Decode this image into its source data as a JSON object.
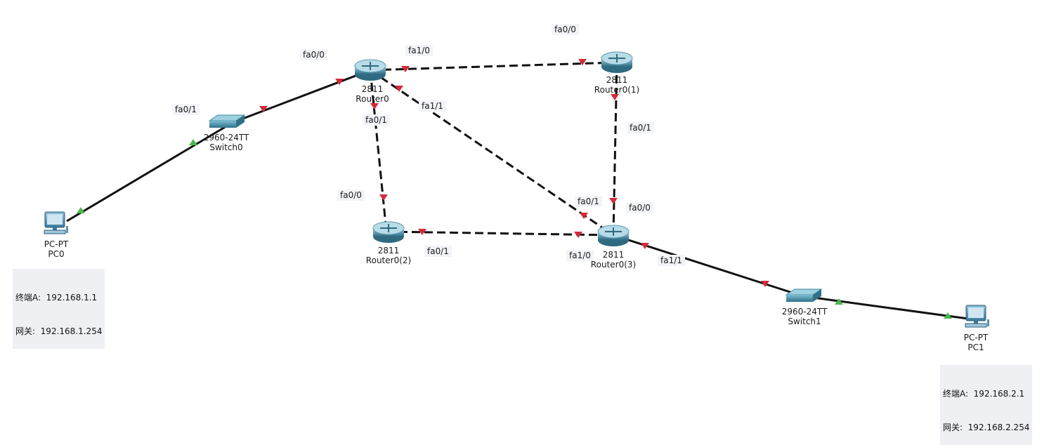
{
  "devices": {
    "router0": {
      "model": "2811",
      "name": "Router0"
    },
    "router1": {
      "model": "2811",
      "name": "Router0(1)"
    },
    "router2": {
      "model": "2811",
      "name": "Router0(2)"
    },
    "router3": {
      "model": "2811",
      "name": "Router0(3)"
    },
    "switch0": {
      "model": "2960-24TT",
      "name": "Switch0"
    },
    "switch1": {
      "model": "2960-24TT",
      "name": "Switch1"
    },
    "pc0": {
      "model": "PC-PT",
      "name": "PC0"
    },
    "pc1": {
      "model": "PC-PT",
      "name": "PC1"
    }
  },
  "ports": {
    "r0_fa00": "fa0/0",
    "r0_fa10": "fa1/0",
    "r0_fa01": "fa0/1",
    "r0_fa11": "fa1/1",
    "r1_fa00": "fa0/0",
    "r1_fa01": "fa0/1",
    "r2_fa00": "fa0/0",
    "r2_fa01": "fa0/1",
    "r3_fa01": "fa0/1",
    "r3_fa00": "fa0/0",
    "r3_fa10": "fa1/0",
    "r3_fa11": "fa1/1",
    "sw0_fa01": "fa0/1"
  },
  "notes": {
    "pc0": {
      "line1": "终端A:  192.168.1.1",
      "line2": "网关:  192.168.1.254"
    },
    "pc1": {
      "line1": "终端A:  192.168.2.1",
      "line2": "网关:  192.168.2.254"
    }
  },
  "colors": {
    "link_down": "#d42a3a",
    "link_up": "#4bb84b",
    "cable": "#111111",
    "router": "#5e9ab0",
    "switch": "#3f8aa3",
    "pc": "#4a86a8"
  }
}
